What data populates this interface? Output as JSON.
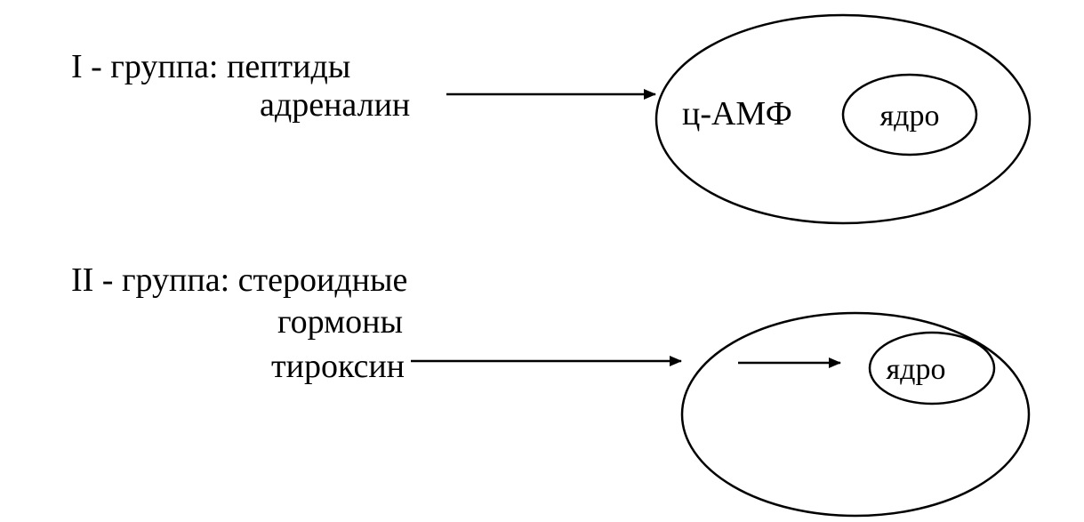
{
  "group1": {
    "title": "I - группа: пептиды",
    "item": "адреналин",
    "cell_label": "ц-АМФ",
    "nucleus_label": "ядро"
  },
  "group2": {
    "title": "II - группа: стероидные",
    "item_line1": "гормоны",
    "item_line2": "тироксин",
    "nucleus_label": "ядро"
  },
  "colors": {
    "stroke": "#000000",
    "background": "#ffffff"
  }
}
